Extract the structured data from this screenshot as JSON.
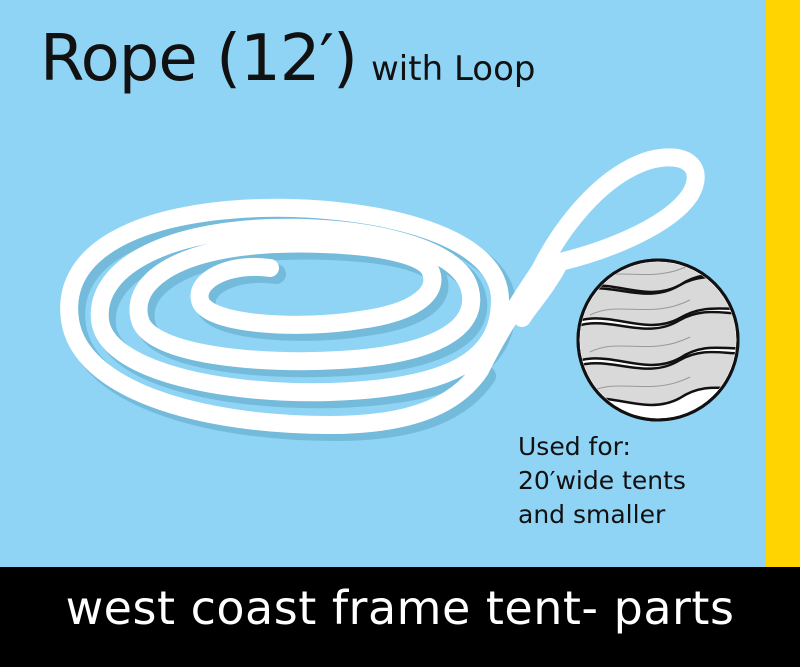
{
  "title": {
    "main": "Rope (12′)",
    "sub": "with Loop"
  },
  "usage": {
    "line1": "Used for:",
    "line2": "20′wide tents",
    "line3": "and smaller"
  },
  "footer": {
    "text": "west coast frame tent- parts"
  },
  "colors": {
    "background": "#8fd4f5",
    "accent_stripe": "#ffd400",
    "footer_bg": "#000000",
    "rope": "#ffffff"
  }
}
